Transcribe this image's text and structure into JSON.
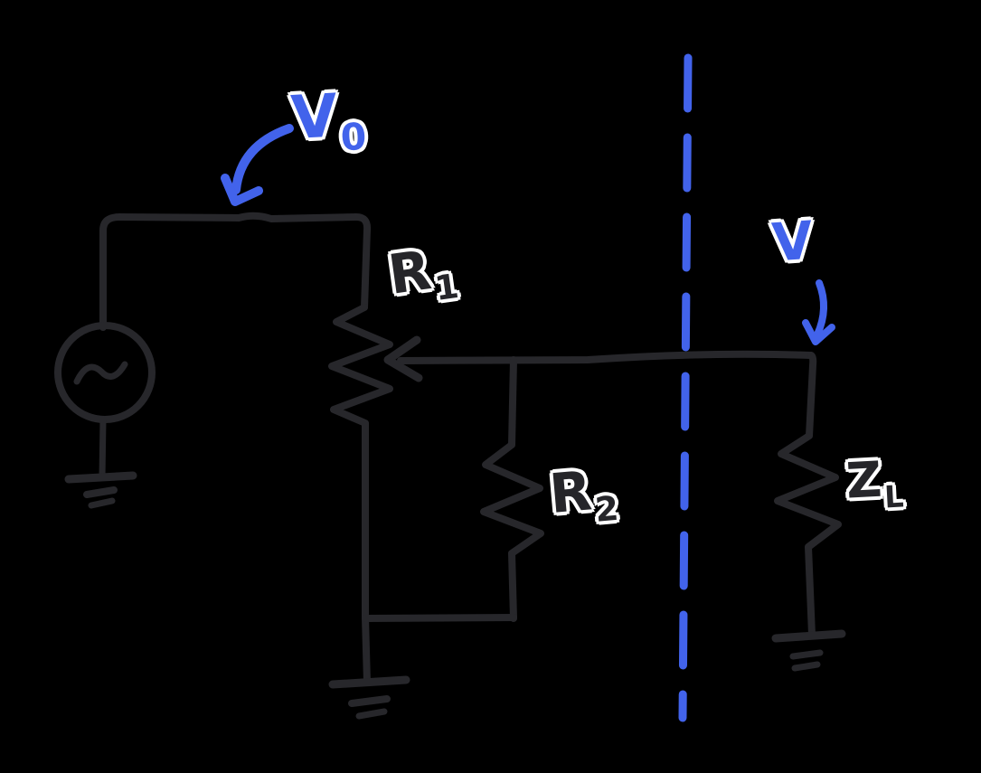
{
  "colors": {
    "background": "#000000",
    "wire": "#27272b",
    "accent_blue": "#4263eb",
    "label_outline": "#ffffff"
  },
  "labels": {
    "source_voltage": {
      "base": "V",
      "sub": "0"
    },
    "r1": {
      "base": "R",
      "sub": "1"
    },
    "r2": {
      "base": "R",
      "sub": "2"
    },
    "load_voltage": {
      "base": "V",
      "sub": ""
    },
    "load_impedance": {
      "base": "Z",
      "sub": "L"
    }
  }
}
